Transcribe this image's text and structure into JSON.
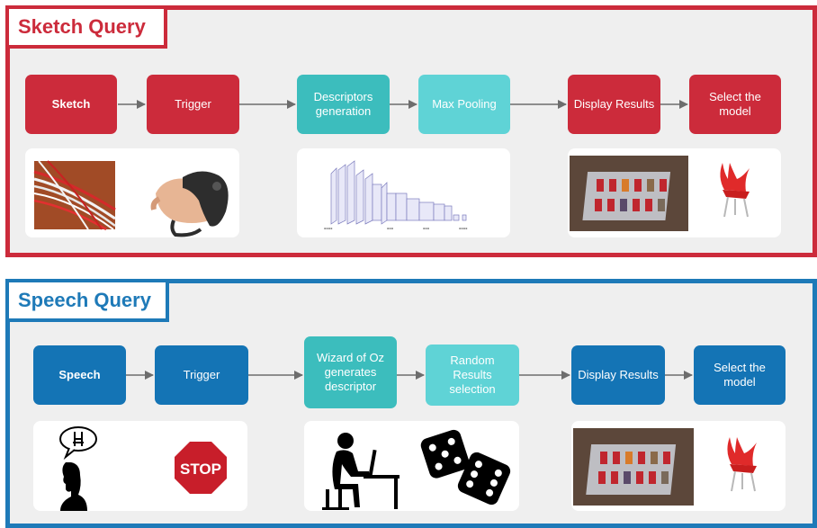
{
  "sketch": {
    "title": "Sketch Query",
    "steps": [
      "Sketch",
      "Trigger",
      "Descriptors generation",
      "Max Pooling",
      "Display Results",
      "Select the model"
    ],
    "colors": {
      "frame": "#cc2b3b",
      "primary": "#cc2b3b",
      "secondary": "#3cbdbd",
      "secondary_light": "#5fd3d6"
    }
  },
  "speech": {
    "title": "Speech Query",
    "steps": [
      "Speech",
      "Trigger",
      "Wizard of Oz generates descriptor",
      "Random Results selection",
      "Display Results",
      "Select the model"
    ],
    "colors": {
      "frame": "#1e7ab8",
      "primary": "#1474b5",
      "secondary": "#3cbdbd",
      "secondary_light": "#5fd3d6"
    }
  },
  "images": {
    "sketch_row": [
      "colored-lines-photo",
      "vr-controller-photo",
      "cnn-architecture-diagram",
      "chair-grid-photo",
      "red-chair-model"
    ],
    "speech_row": [
      "person-thinking-chair-icon",
      "stop-sign-icon",
      "person-at-computer-icon",
      "dice-icon",
      "chair-grid-photo",
      "red-chair-model"
    ],
    "stop_sign_text": "STOP"
  }
}
